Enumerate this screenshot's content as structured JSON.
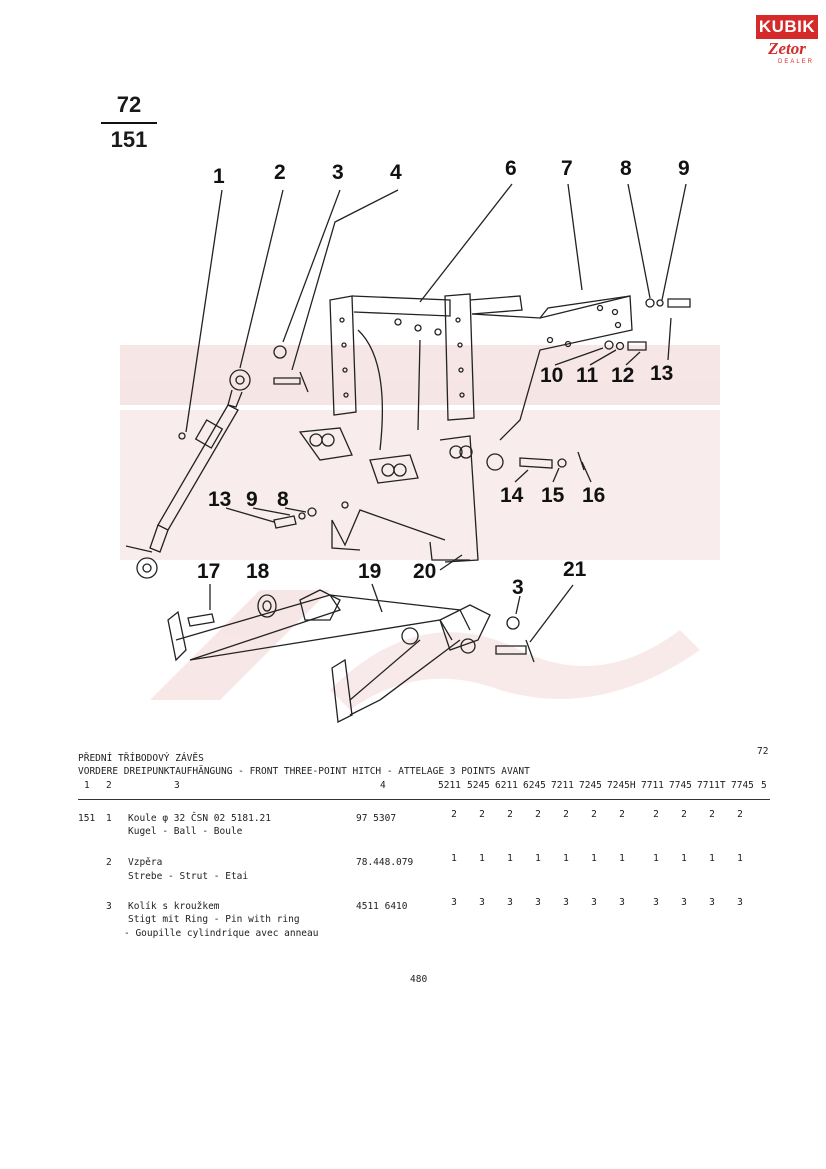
{
  "logo": {
    "brand": "KUBIK",
    "sub": "Zetor",
    "dealer": "DEALER"
  },
  "figure": {
    "top": "72",
    "bottom": "151"
  },
  "callouts": [
    "1",
    "2",
    "3",
    "4",
    "6",
    "7",
    "8",
    "9",
    "10",
    "11",
    "12",
    "13",
    "13",
    "9",
    "8",
    "14",
    "15",
    "16",
    "17",
    "18",
    "19",
    "20",
    "3",
    "21"
  ],
  "table": {
    "title_cz": "PŘEDNÍ TŘÍBODOVÝ ZÁVĚS",
    "title_multi": "VORDERE DREIPUNKTAUFHÄNGUNG - FRONT THREE-POINT HITCH - ATTELAGE 3 POINTS AVANT",
    "page_ref": "72",
    "col_nums": [
      "1",
      "2",
      "3",
      "4",
      "5"
    ],
    "models": [
      "5211",
      "5245",
      "6211",
      "6245",
      "7211",
      "7245",
      "7245H",
      "7711",
      "7745",
      "7711T",
      "7745"
    ],
    "rows": [
      {
        "fig": "151",
        "pos": "1",
        "desc": [
          "Koule φ 32 ČSN 02 5181.21",
          "Kugel - Ball - Boule"
        ],
        "part": "97 5307",
        "qty": [
          "2",
          "2",
          "2",
          "2",
          "2",
          "2",
          "2",
          "2",
          "2",
          "2",
          "2"
        ]
      },
      {
        "fig": "",
        "pos": "2",
        "desc": [
          "Vzpěra",
          "Strebe - Strut - Etai"
        ],
        "part": "78.448.079",
        "qty": [
          "1",
          "1",
          "1",
          "1",
          "1",
          "1",
          "1",
          "1",
          "1",
          "1",
          "1"
        ]
      },
      {
        "fig": "",
        "pos": "3",
        "desc": [
          "Kolík s kroužkem",
          "Stigt mit Ring - Pin with ring",
          "- Goupille cylindrique avec anneau"
        ],
        "part": "4511 6410",
        "qty": [
          "3",
          "3",
          "3",
          "3",
          "3",
          "3",
          "3",
          "3",
          "3",
          "3",
          "3"
        ]
      }
    ]
  },
  "page_number": "480",
  "colors": {
    "brand_red": "#d52a2a",
    "watermark": "#f3dada",
    "ink": "#1a1a1a"
  }
}
